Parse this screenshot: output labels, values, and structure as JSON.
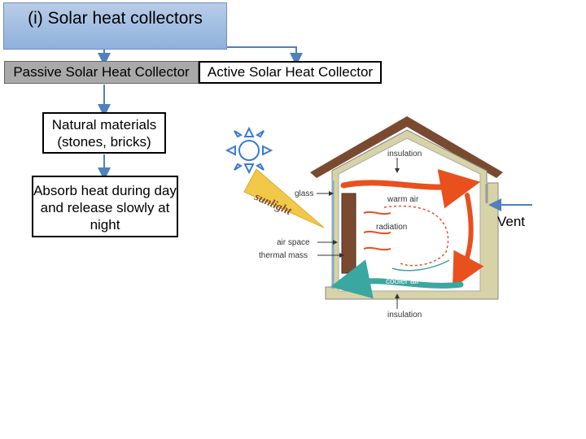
{
  "flowchart": {
    "title": "(i) Solar heat collectors",
    "passive": "Passive Solar Heat Collector",
    "active": "Active Solar Heat Collector",
    "step1": "Natural materials (stones, bricks)",
    "step2": "Absorb heat during day and release slowly at night"
  },
  "illustration": {
    "sunlight": "sunlight",
    "glass": "glass",
    "insulation_top": "insulation",
    "insulation_bottom": "insulation",
    "warm_air": "warm air",
    "radiation": "radiation",
    "air_space": "air space",
    "thermal_mass": "thermal mass",
    "cooler_air": "cooler air",
    "vent": "Vent"
  },
  "colors": {
    "title_fill": "#a6c0e4",
    "connector": "#4f81bd",
    "roof": "#7a4a30",
    "wall": "#c8c6a0",
    "warm_air": "#e8501e",
    "cool_air": "#3aa7a0",
    "sun": "#3a7bd5"
  }
}
